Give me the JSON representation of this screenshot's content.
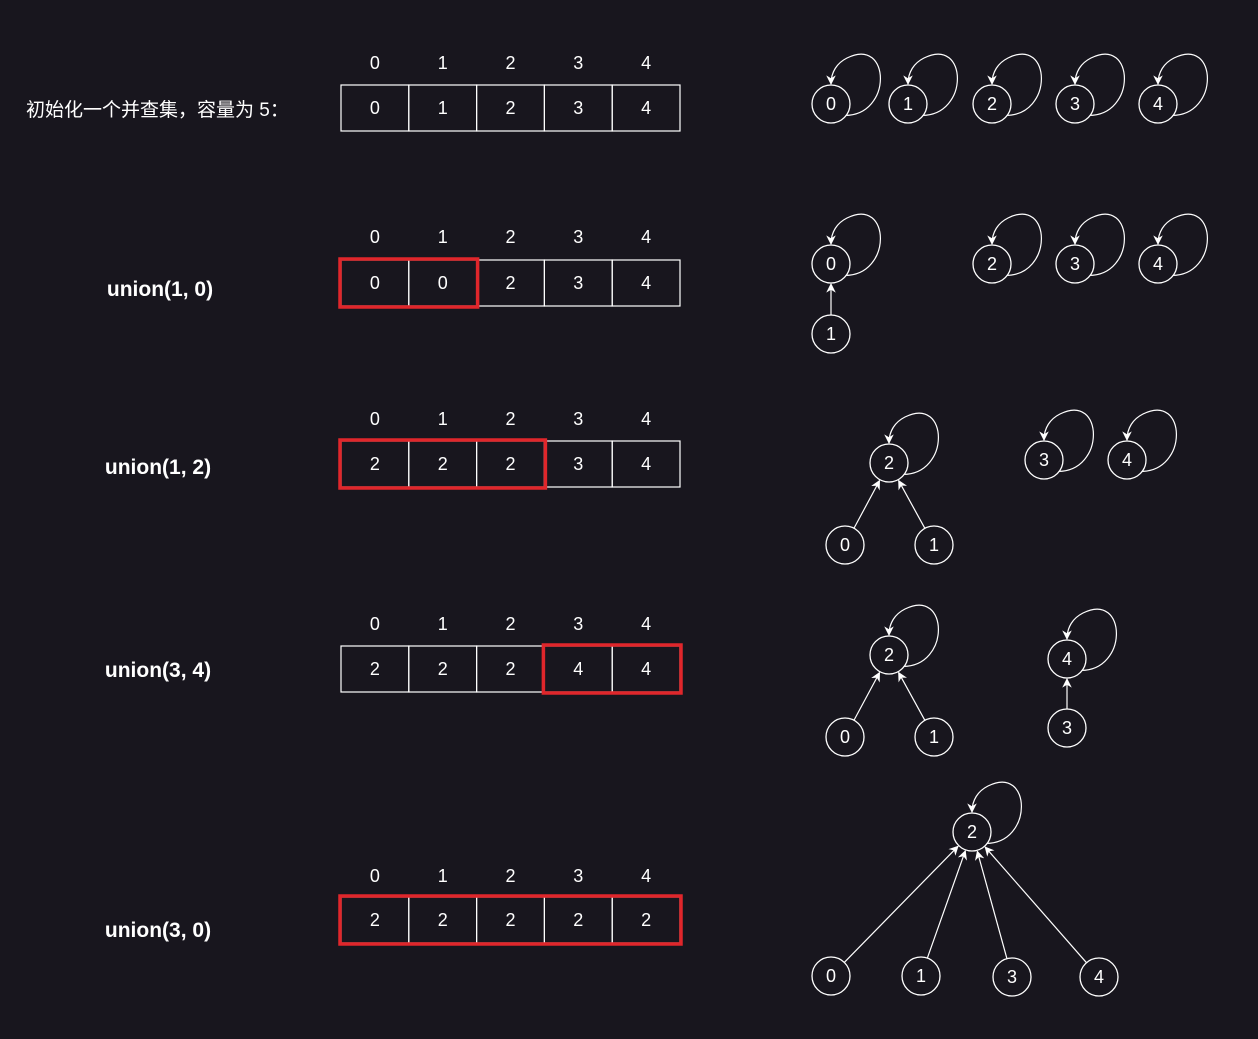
{
  "intro_label": "初始化一个并查集，容量为 5：",
  "colors": {
    "background": "#18161e",
    "foreground": "#ffffff",
    "highlight": "#e0262b"
  },
  "rows": [
    {
      "label": "",
      "indices": [
        "0",
        "1",
        "2",
        "3",
        "4"
      ],
      "parents": [
        "0",
        "1",
        "2",
        "3",
        "4"
      ],
      "highlight_range": null,
      "nodes": [
        "0",
        "1",
        "2",
        "3",
        "4"
      ],
      "self_loops": [
        "0",
        "1",
        "2",
        "3",
        "4"
      ],
      "edges": []
    },
    {
      "label": "union(1, 0)",
      "indices": [
        "0",
        "1",
        "2",
        "3",
        "4"
      ],
      "parents": [
        "0",
        "0",
        "2",
        "3",
        "4"
      ],
      "highlight_range": [
        0,
        1
      ],
      "nodes": [
        "0",
        "1",
        "2",
        "3",
        "4"
      ],
      "self_loops": [
        "0",
        "2",
        "3",
        "4"
      ],
      "edges": [
        [
          "1",
          "0"
        ]
      ]
    },
    {
      "label": "union(1, 2)",
      "indices": [
        "0",
        "1",
        "2",
        "3",
        "4"
      ],
      "parents": [
        "2",
        "2",
        "2",
        "3",
        "4"
      ],
      "highlight_range": [
        0,
        2
      ],
      "nodes": [
        "2",
        "0",
        "1",
        "3",
        "4"
      ],
      "self_loops": [
        "2",
        "3",
        "4"
      ],
      "edges": [
        [
          "0",
          "2"
        ],
        [
          "1",
          "2"
        ]
      ]
    },
    {
      "label": "union(3, 4)",
      "indices": [
        "0",
        "1",
        "2",
        "3",
        "4"
      ],
      "parents": [
        "2",
        "2",
        "2",
        "4",
        "4"
      ],
      "highlight_range": [
        3,
        4
      ],
      "nodes": [
        "2",
        "0",
        "1",
        "4",
        "3"
      ],
      "self_loops": [
        "2",
        "4"
      ],
      "edges": [
        [
          "0",
          "2"
        ],
        [
          "1",
          "2"
        ],
        [
          "3",
          "4"
        ]
      ]
    },
    {
      "label": "union(3, 0)",
      "indices": [
        "0",
        "1",
        "2",
        "3",
        "4"
      ],
      "parents": [
        "2",
        "2",
        "2",
        "2",
        "2"
      ],
      "highlight_range": [
        0,
        4
      ],
      "nodes": [
        "2",
        "0",
        "1",
        "3",
        "4"
      ],
      "self_loops": [
        "2"
      ],
      "edges": [
        [
          "0",
          "2"
        ],
        [
          "1",
          "2"
        ],
        [
          "3",
          "2"
        ],
        [
          "4",
          "2"
        ]
      ]
    }
  ]
}
